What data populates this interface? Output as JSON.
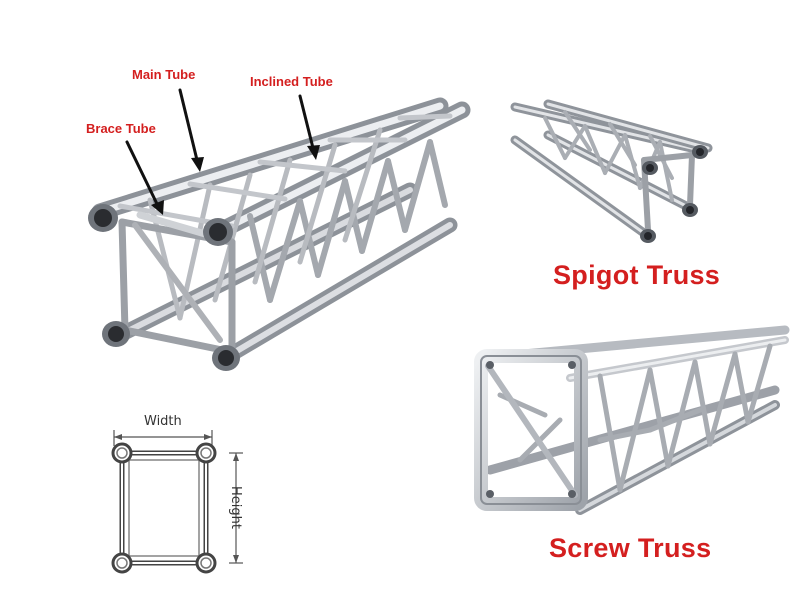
{
  "annotations": {
    "main_tube": "Main Tube",
    "inclined_tube": "Inclined Tube",
    "brace_tube": "Brace Tube"
  },
  "titles": {
    "spigot": "Spigot Truss",
    "screw": "Screw Truss"
  },
  "cross_section": {
    "width_label": "Width",
    "height_label": "Height"
  },
  "colors": {
    "label_red": "#d41f1f",
    "metal_light": "#e4e6ea",
    "metal_mid": "#b9bdc3",
    "metal_dark": "#7b8087"
  }
}
